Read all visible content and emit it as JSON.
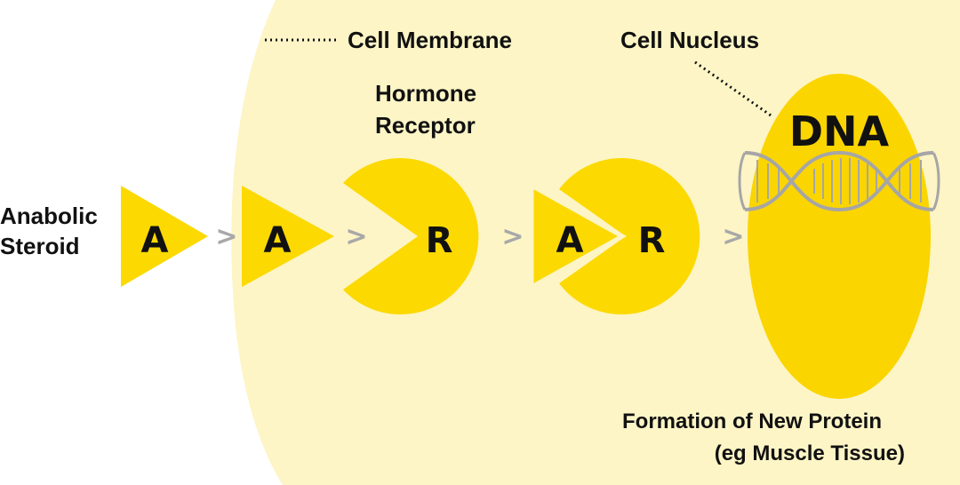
{
  "colors": {
    "cell": "#fdf5c6",
    "shape": "#fcd900",
    "nucleus": "#fbd500",
    "arrow": "#a8a8a8",
    "dna": "#a6a6a6",
    "text": "#111111"
  },
  "labels": {
    "steroid_line1": "Anabolic",
    "steroid_line2": "Steroid",
    "membrane": "Cell Membrane",
    "receptor_line1": "Hormone",
    "receptor_line2": "Receptor",
    "nucleus": "Cell Nucleus",
    "dna": "DNA",
    "protein_line1": "Formation of New Protein",
    "protein_line2": "(eg Muscle Tissue)"
  },
  "glyphs": {
    "steroid_letter": "A",
    "receptor_letter": "R",
    "arrow": ">"
  },
  "icons": {
    "dna": "dna-helix-icon"
  }
}
